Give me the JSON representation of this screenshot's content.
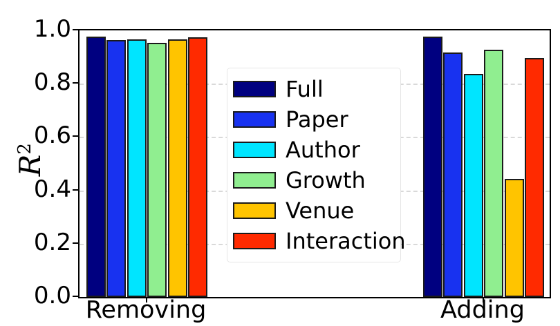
{
  "chart_data": {
    "type": "bar",
    "title": "",
    "xlabel": "",
    "ylabel": "R²",
    "ylabel_base": "R",
    "ylabel_exponent": "2",
    "categories": [
      "Removing",
      "Adding"
    ],
    "ylim": [
      0.0,
      1.0
    ],
    "yticks": [
      "0.0",
      "0.2",
      "0.4",
      "0.6",
      "0.8",
      "1.0"
    ],
    "ytick_values": [
      0.0,
      0.2,
      0.4,
      0.6,
      0.8,
      1.0
    ],
    "grid": true,
    "grid_axis": "y",
    "grid_style": "dashed",
    "legend_position": "center",
    "series": [
      {
        "name": "Full",
        "color": "#000080",
        "values": [
          0.976,
          0.976
        ]
      },
      {
        "name": "Paper",
        "color": "#1832f0",
        "values": [
          0.964,
          0.918
        ]
      },
      {
        "name": "Author",
        "color": "#00e5ff",
        "values": [
          0.966,
          0.836
        ]
      },
      {
        "name": "Growth",
        "color": "#90ee90",
        "values": [
          0.954,
          0.928
        ]
      },
      {
        "name": "Venue",
        "color": "#ffc400",
        "values": [
          0.967,
          0.443
        ]
      },
      {
        "name": "Interaction",
        "color": "#ff2a00",
        "values": [
          0.974,
          0.896
        ]
      }
    ]
  },
  "legend": {
    "items": [
      {
        "label": "Full",
        "color": "#000080"
      },
      {
        "label": "Paper",
        "color": "#1832f0"
      },
      {
        "label": "Author",
        "color": "#00e5ff"
      },
      {
        "label": "Growth",
        "color": "#90ee90"
      },
      {
        "label": "Venue",
        "color": "#ffc400"
      },
      {
        "label": "Interaction",
        "color": "#ff2a00"
      }
    ]
  }
}
